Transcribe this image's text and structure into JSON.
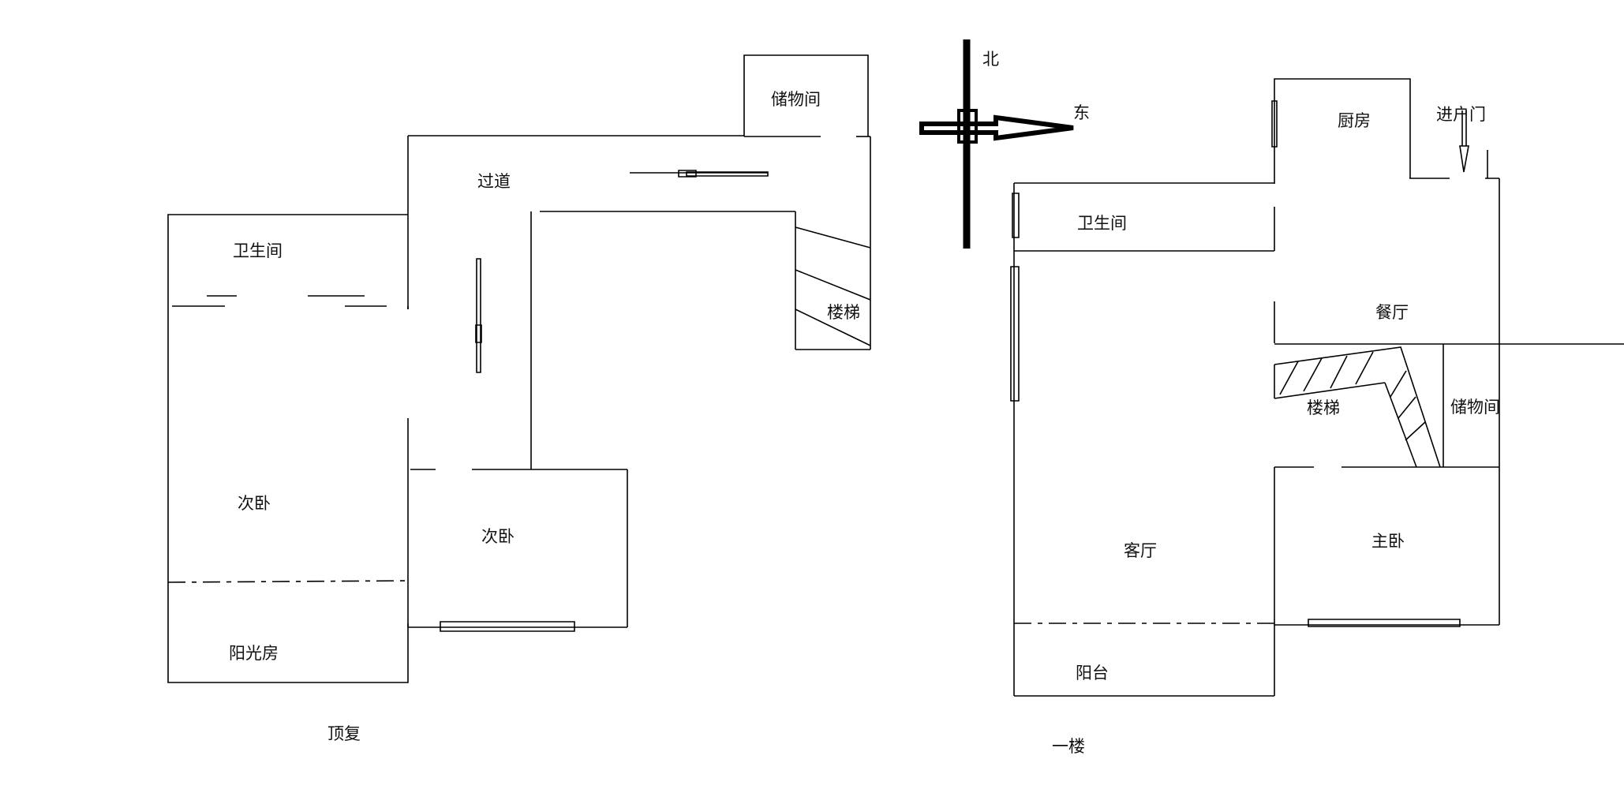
{
  "compass": {
    "north": "北",
    "east": "东"
  },
  "top_floor": {
    "caption": "顶复",
    "rooms": {
      "storage": "储物间",
      "corridor": "过道",
      "bathroom": "卫生间",
      "stairs": "楼梯",
      "bedroom_left": "次卧",
      "bedroom_right": "次卧",
      "sunroom": "阳光房"
    }
  },
  "ground_floor": {
    "caption": "一楼",
    "rooms": {
      "kitchen": "厨房",
      "entrance": "进户门",
      "bathroom": "卫生间",
      "dining": "餐厅",
      "stairs": "楼梯",
      "storage": "储物间",
      "living": "客厅",
      "master_bedroom": "主卧",
      "balcony": "阳台"
    }
  },
  "colors": {
    "line": "#000000",
    "text": "#111111",
    "background": "#ffffff"
  }
}
